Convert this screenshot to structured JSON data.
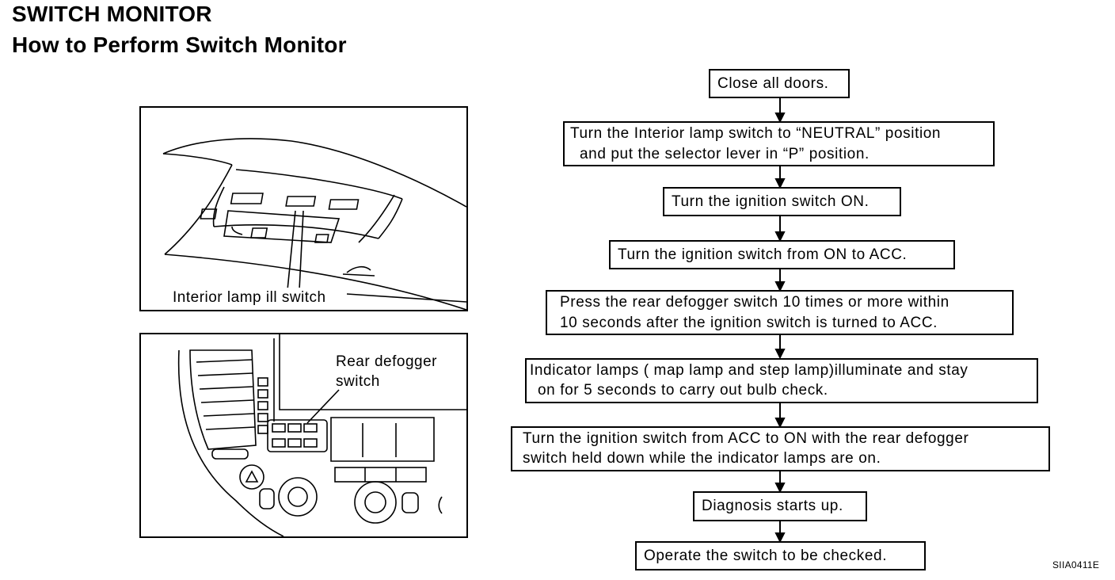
{
  "header": {
    "title": "SWITCH MONITOR",
    "subtitle": "How to Perform Switch Monitor"
  },
  "figures": {
    "interior_lamp_label": "Interior lamp ill switch",
    "rear_defogger_label_line1": "Rear defogger",
    "rear_defogger_label_line2": "switch"
  },
  "flowchart": {
    "steps": [
      {
        "line1": "Close all doors."
      },
      {
        "line1": "Turn the Interior lamp switch to “NEUTRAL” position",
        "line2": "and put the selector lever in “P” position."
      },
      {
        "line1": "Turn the ignition switch ON."
      },
      {
        "line1": "Turn the ignition switch from ON to ACC."
      },
      {
        "line1": "Press the rear defogger switch 10 times or more within",
        "line2": "10 seconds after the ignition switch is turned to ACC."
      },
      {
        "line1": "Indicator lamps ( map lamp and step lamp)illuminate and stay",
        "line2": "on for 5 seconds to carry out bulb check."
      },
      {
        "line1": "Turn the ignition switch from ACC to ON with the rear defogger",
        "line2": "switch held down while the indicator lamps are on."
      },
      {
        "line1": "Diagnosis starts up."
      },
      {
        "line1": "Operate the switch to be checked."
      }
    ]
  },
  "figure_code": "SIIA0411E"
}
